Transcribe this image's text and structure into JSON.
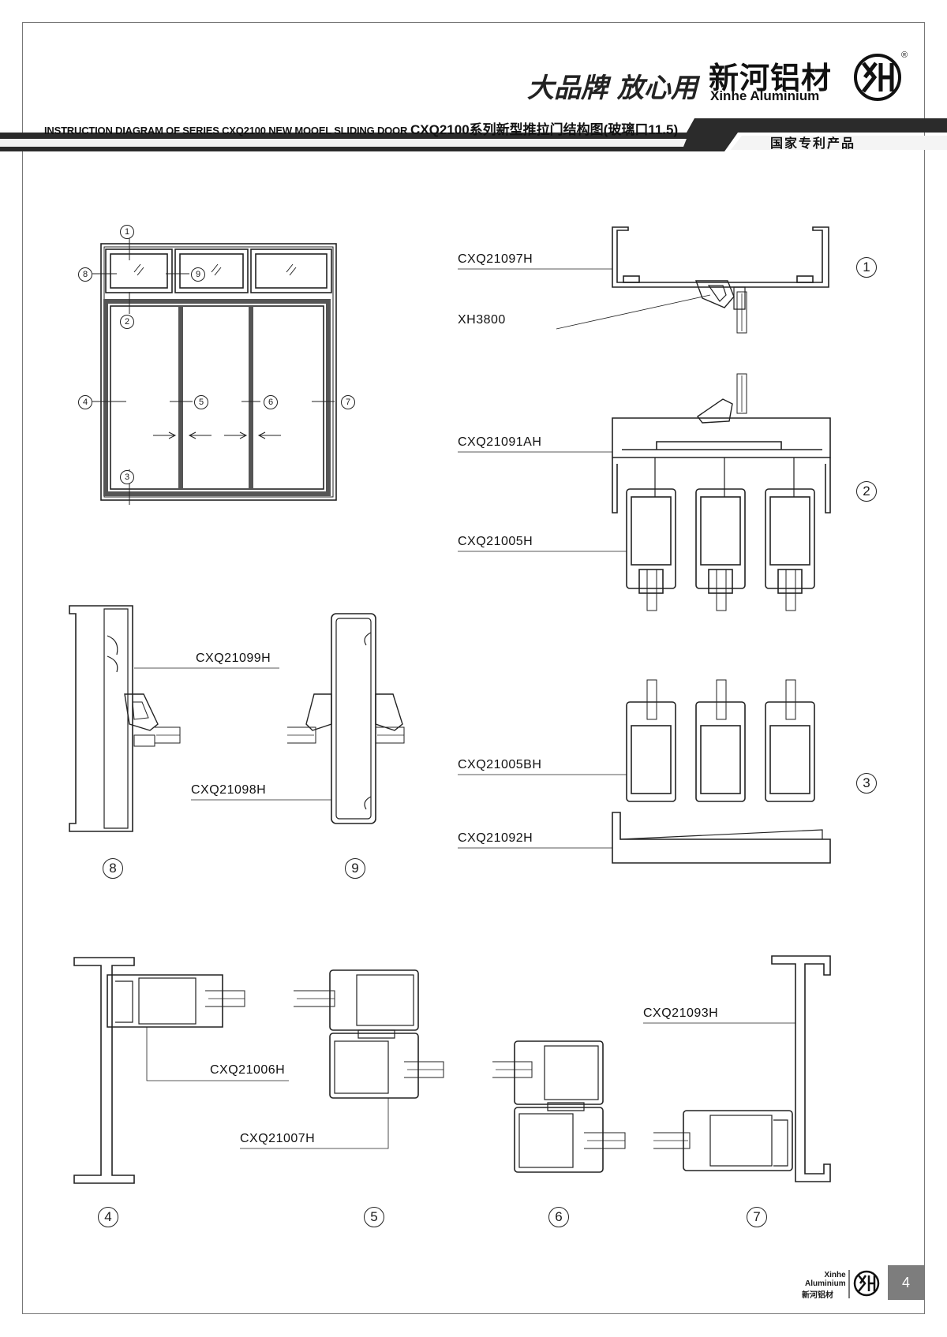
{
  "header": {
    "slogan": "大品牌 放心用",
    "brand_cn": "新河铝材",
    "brand_en": "Xinhe Aluminium",
    "registered": "®",
    "title_en": "INSTRUCTION DIAGRAM OF SERIES CXQ2100 NEW MOOEL SLIDING DOOR",
    "title_cn": "CXQ2100系列新型推拉门结构图(玻璃口11.5)",
    "tag": "国家专利产品"
  },
  "elevation": {
    "markers": [
      "1",
      "2",
      "3",
      "4",
      "5",
      "6",
      "7",
      "8",
      "9"
    ]
  },
  "profiles": {
    "p1": "CXQ21097H",
    "p2": "XH3800",
    "p3": "CXQ21091AH",
    "p4": "CXQ21005H",
    "p5": "CXQ21099H",
    "p6": "CXQ21098H",
    "p7": "CXQ21005BH",
    "p8": "CXQ21092H",
    "p9": "CXQ21006H",
    "p10": "CXQ21007H",
    "p11": "CXQ21093H"
  },
  "section_numbers": {
    "s1": "1",
    "s2": "2",
    "s3": "3",
    "s4": "4",
    "s5": "5",
    "s6": "6",
    "s7": "7",
    "s8": "8",
    "s9": "9"
  },
  "footer": {
    "brand_en_1": "Xinhe",
    "brand_en_2": "Aluminium",
    "brand_cn": "新河铝材",
    "page": "4"
  }
}
